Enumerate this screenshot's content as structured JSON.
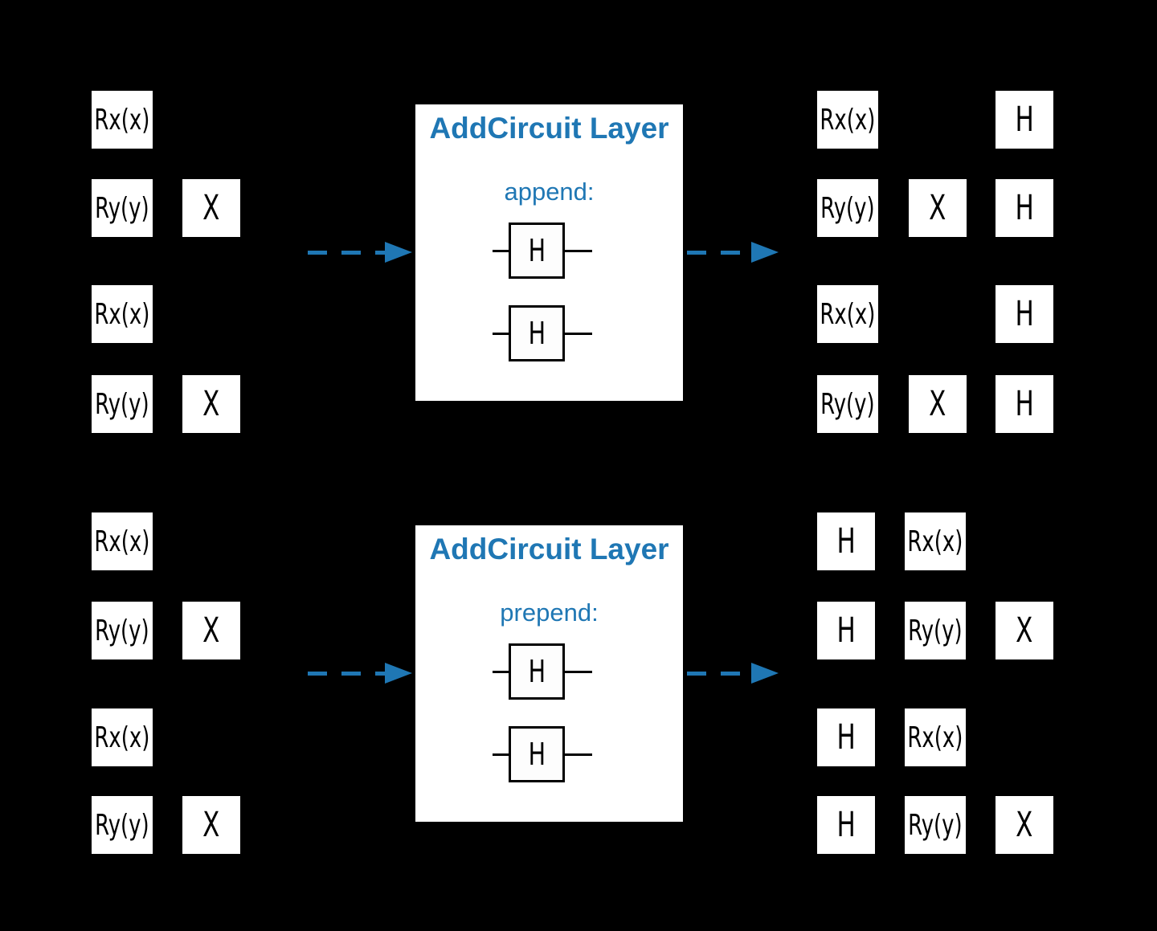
{
  "colors": {
    "accent": "#1f77b4",
    "background": "#000000",
    "gate_fill": "#ffffff",
    "gate_text": "#000000"
  },
  "top": {
    "layer_box": {
      "title": "AddCircuit Layer",
      "mode_label": "append:",
      "inner_gates": [
        {
          "label": "H"
        },
        {
          "label": "H"
        }
      ]
    },
    "input_circuit": {
      "gates": [
        {
          "label": "Rx(x)",
          "row": 0,
          "col": 0
        },
        {
          "label": "Ry(y)",
          "row": 1,
          "col": 0
        },
        {
          "label": "X",
          "row": 1,
          "col": 1
        },
        {
          "label": "Rx(x)",
          "row": 2,
          "col": 0
        },
        {
          "label": "Ry(y)",
          "row": 3,
          "col": 0
        },
        {
          "label": "X",
          "row": 3,
          "col": 1
        }
      ]
    },
    "output_circuit": {
      "gates": [
        {
          "label": "Rx(x)",
          "row": 0,
          "col": 0
        },
        {
          "label": "H",
          "row": 0,
          "col": 2
        },
        {
          "label": "Ry(y)",
          "row": 1,
          "col": 0
        },
        {
          "label": "X",
          "row": 1,
          "col": 1
        },
        {
          "label": "H",
          "row": 1,
          "col": 2
        },
        {
          "label": "Rx(x)",
          "row": 2,
          "col": 0
        },
        {
          "label": "H",
          "row": 2,
          "col": 2
        },
        {
          "label": "Ry(y)",
          "row": 3,
          "col": 0
        },
        {
          "label": "X",
          "row": 3,
          "col": 1
        },
        {
          "label": "H",
          "row": 3,
          "col": 2
        }
      ]
    }
  },
  "bottom": {
    "layer_box": {
      "title": "AddCircuit Layer",
      "mode_label": "prepend:",
      "inner_gates": [
        {
          "label": "H"
        },
        {
          "label": "H"
        }
      ]
    },
    "input_circuit": {
      "gates": [
        {
          "label": "Rx(x)",
          "row": 0,
          "col": 0
        },
        {
          "label": "Ry(y)",
          "row": 1,
          "col": 0
        },
        {
          "label": "X",
          "row": 1,
          "col": 1
        },
        {
          "label": "Rx(x)",
          "row": 2,
          "col": 0
        },
        {
          "label": "Ry(y)",
          "row": 3,
          "col": 0
        },
        {
          "label": "X",
          "row": 3,
          "col": 1
        }
      ]
    },
    "output_circuit": {
      "gates": [
        {
          "label": "H",
          "row": 0,
          "col": 0
        },
        {
          "label": "Rx(x)",
          "row": 0,
          "col": 1
        },
        {
          "label": "H",
          "row": 1,
          "col": 0
        },
        {
          "label": "Ry(y)",
          "row": 1,
          "col": 1
        },
        {
          "label": "X",
          "row": 1,
          "col": 2
        },
        {
          "label": "H",
          "row": 2,
          "col": 0
        },
        {
          "label": "Rx(x)",
          "row": 2,
          "col": 1
        },
        {
          "label": "H",
          "row": 3,
          "col": 0
        },
        {
          "label": "Ry(y)",
          "row": 3,
          "col": 1
        },
        {
          "label": "X",
          "row": 3,
          "col": 2
        }
      ]
    }
  }
}
